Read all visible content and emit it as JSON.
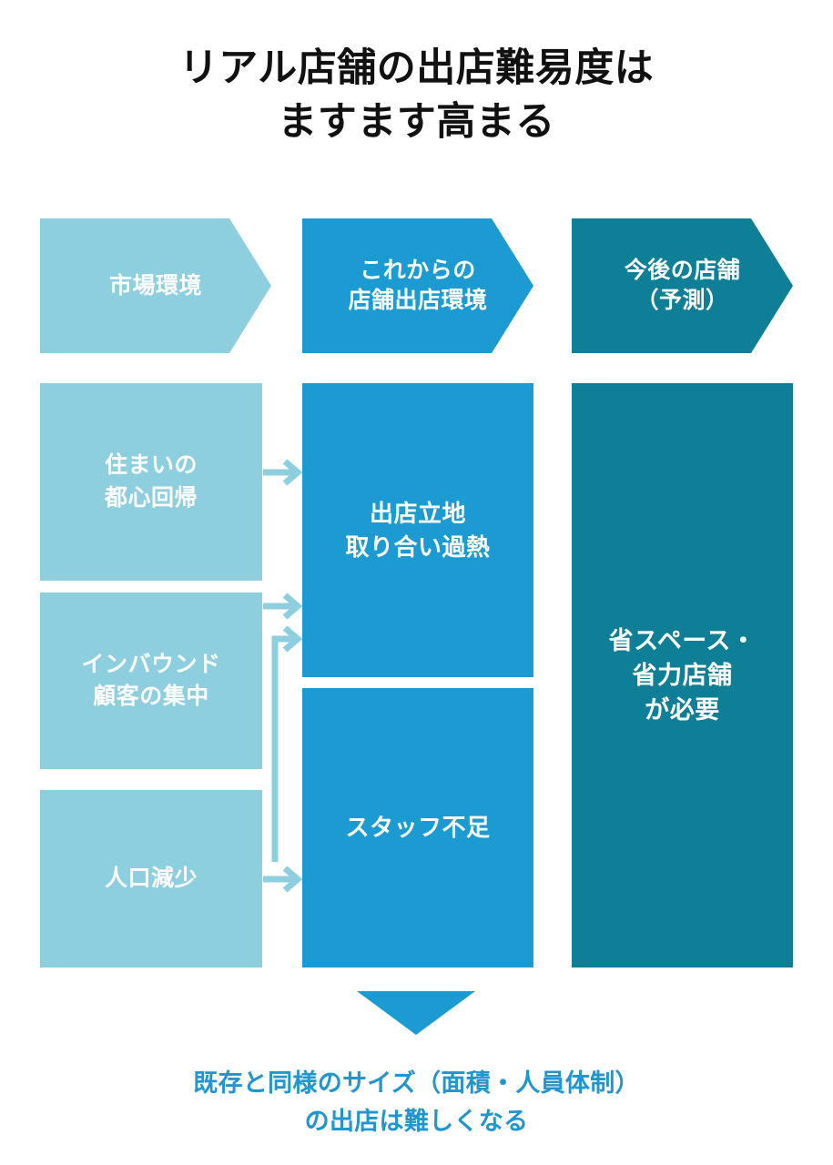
{
  "title": {
    "line1": "リアル店舗の出店難易度は",
    "line2": "ますます高まる"
  },
  "headers": [
    {
      "label": "市場環境",
      "color": "#8ECFDF"
    },
    {
      "label_line1": "これからの",
      "label_line2": "店舗出店環境",
      "color": "#1B9BD1"
    },
    {
      "label_line1": "今後の店舗",
      "label_line2": "（予測）",
      "color": "#0E7F96"
    }
  ],
  "columns": {
    "market_environment": [
      {
        "line1": "住まいの",
        "line2": "都心回帰"
      },
      {
        "line1": "インバウンド",
        "line2": "顧客の集中"
      },
      {
        "line1": "人口減少",
        "line2": ""
      }
    ],
    "future_store_environment": [
      {
        "line1": "出店立地",
        "line2": "取り合い過熱"
      },
      {
        "line1": "スタッフ不足",
        "line2": ""
      }
    ],
    "future_store_forecast": [
      {
        "line1": "省スペース・",
        "line2": "省力店舗",
        "line3": "が必要"
      }
    ]
  },
  "conclusion": {
    "line1": "既存と同様のサイズ（面積・人員体制）",
    "line2": "の出店は難しくなる",
    "color": "#2196CE"
  },
  "palette": {
    "light_blue": "#8ECFDF",
    "mid_blue": "#1B9BD1",
    "teal": "#0E7F96",
    "arrow": "#8ECFDF",
    "text_dark": "#111111",
    "background": "#FFFFFF"
  }
}
